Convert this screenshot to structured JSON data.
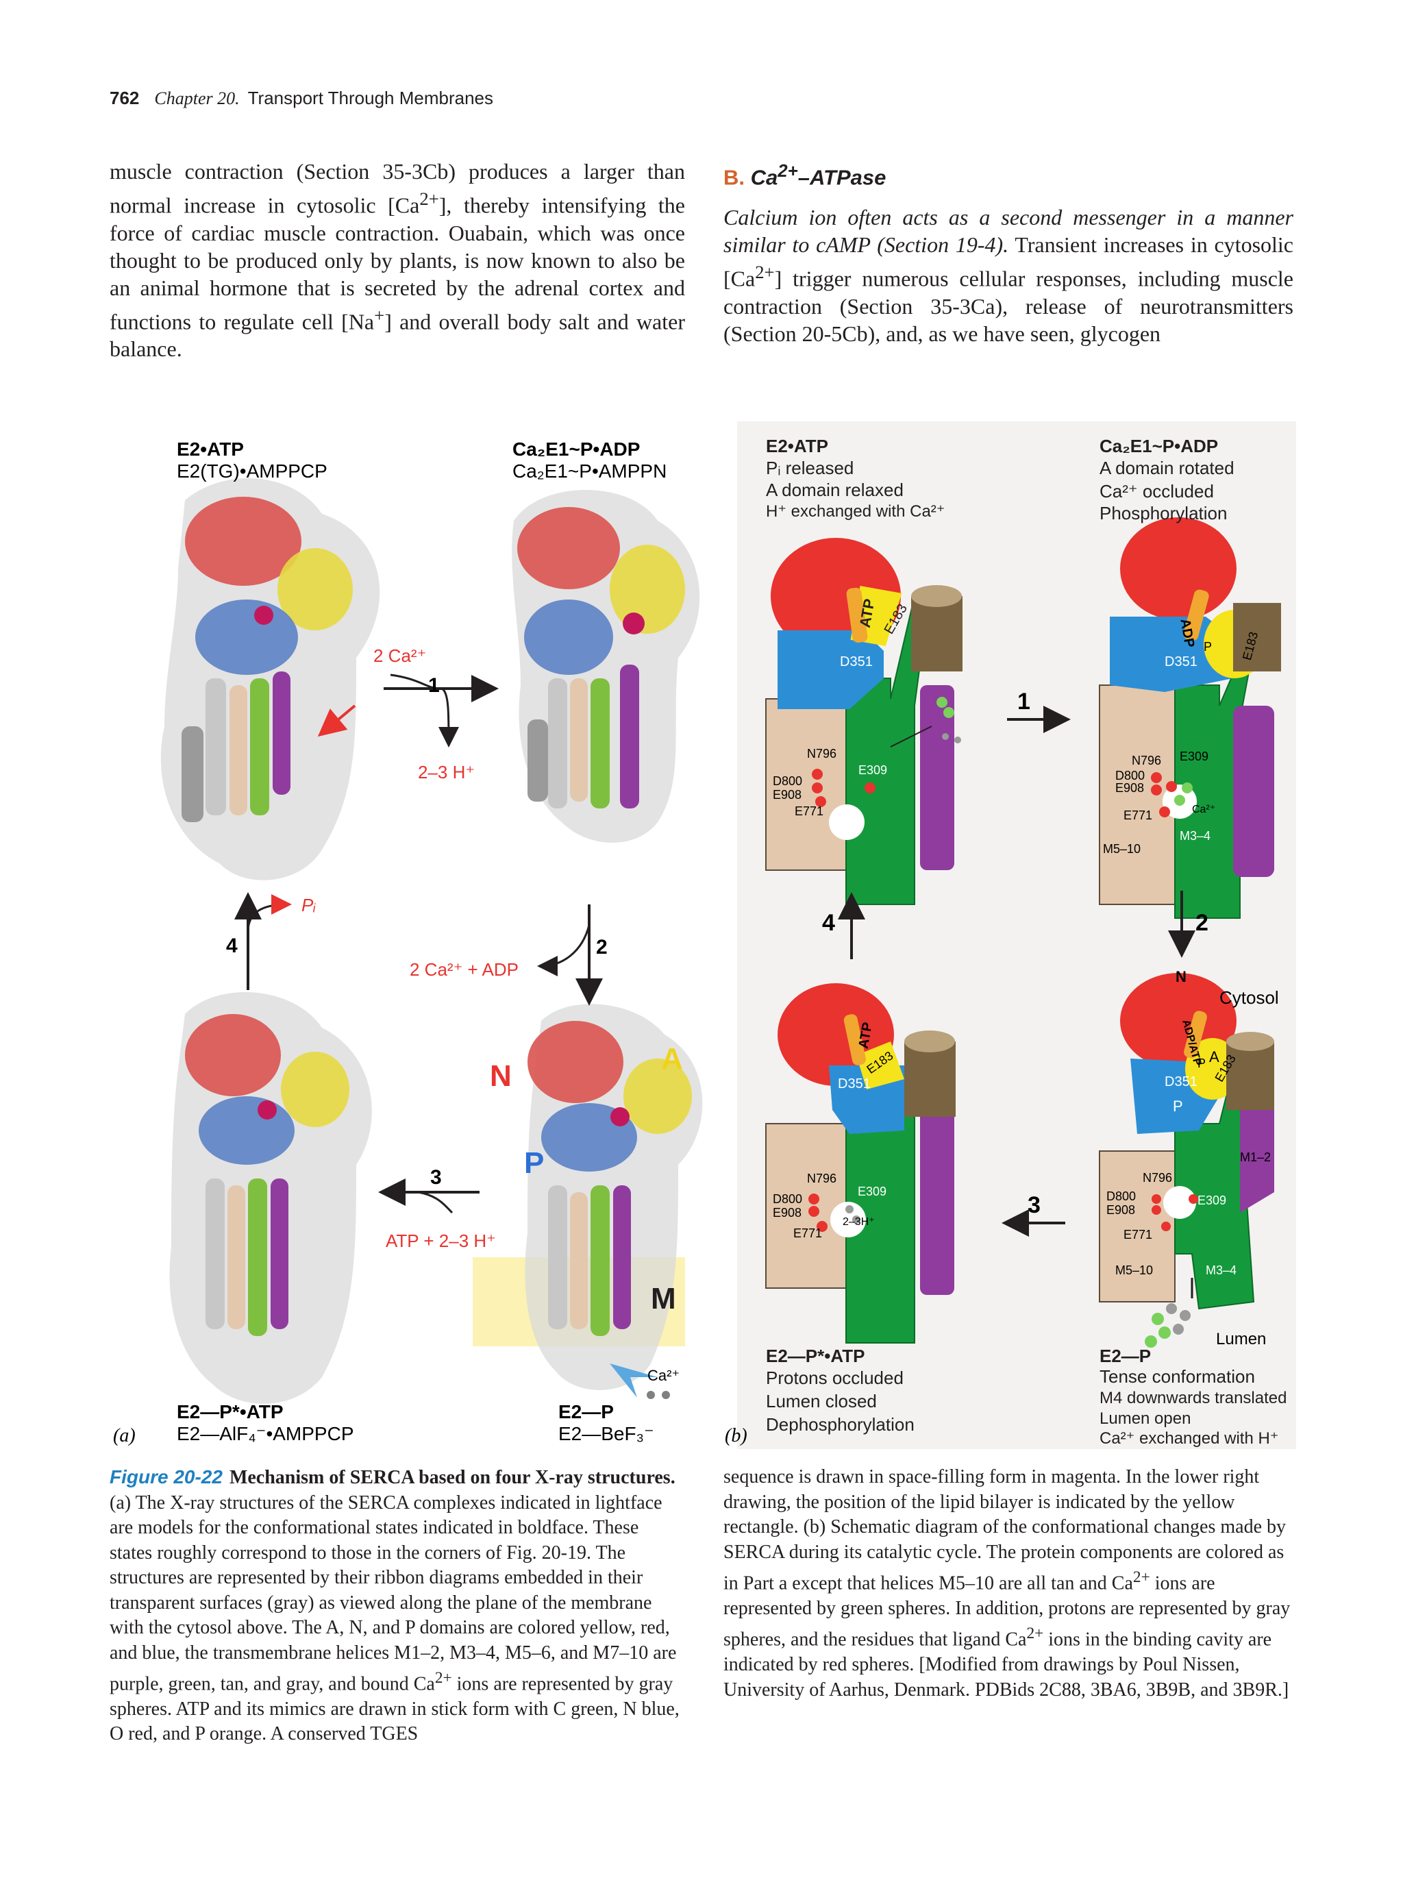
{
  "header": {
    "page_number": "762",
    "chapter": "Chapter 20.",
    "title": "Transport Through Membranes"
  },
  "left_column": {
    "p1": "muscle contraction (Section 35-3Cb) produces a larger than normal increase in cytosolic [Ca",
    "p1_sup": "2+",
    "p2": "], thereby intensifying the force of cardiac muscle contraction. Ouabain, which was once thought to be produced only by plants, is now known to also be an animal hormone that is secreted by the adrenal cortex and functions to regulate cell [Na",
    "p2_sup": "+",
    "p3": "] and overall body salt and water balance."
  },
  "right_column": {
    "section_letter": "B.",
    "section_title_a": "Ca",
    "section_title_sup": "2+",
    "section_title_b": "–ATPase",
    "italic_lead": "Calcium ion often acts as a second messenger in a manner similar to cAMP (Section 19-4).",
    "t1": " Transient increases in cytosolic [Ca",
    "t1_sup": "2+",
    "t2": "] trigger numerous cellular responses, including muscle contraction (Section 35-3Ca), release of neurotransmitters (Section 20-5Cb), and, as we have seen, glycogen"
  },
  "figure": {
    "panel_a": {
      "tag": "(a)",
      "tl_bold": "E2•ATP",
      "tl_sub": "E2(TG)•AMPPCP",
      "tr_bold": "Ca₂E1~P•ADP",
      "tr_sub": "Ca₂E1~P•AMPPN",
      "bl_bold": "E2—P*•ATP",
      "bl_sub": "E2—AlF₄⁻•AMPPCP",
      "br_bold": "E2—P",
      "br_sub": "E2—BeF₃⁻",
      "step1": "1",
      "step1_in": "2 Ca²⁺",
      "step1_out": "2–3 H⁺",
      "step2": "2",
      "step2_out": "2 Ca²⁺ + ADP",
      "step3": "3",
      "step3_in": "ATP + 2–3 H⁺",
      "step4": "4",
      "step4_out": "Pᵢ",
      "domain_n": "N",
      "domain_a": "A",
      "domain_p": "P",
      "domain_m": "M",
      "ca_release": "Ca²⁺"
    },
    "panel_b": {
      "tag": "(b)",
      "tl_title": "E2•ATP",
      "tl_l1": "Pᵢ released",
      "tl_l2": "A domain relaxed",
      "tl_l3": "H⁺ exchanged with Ca²⁺",
      "tr_title": "Ca₂E1~P•ADP",
      "tr_l1": "A domain rotated",
      "tr_l2": "Ca²⁺ occluded",
      "tr_l3": "Phosphorylation",
      "bl_title": "E2—P*•ATP",
      "bl_l1": "Protons occluded",
      "bl_l2": "Lumen closed",
      "bl_l3": "Dephosphorylation",
      "br_title": "E2—P",
      "br_l1": "Tense conformation",
      "br_l2": "M4 downwards translated",
      "br_l3": "Lumen open",
      "br_l4": "Ca²⁺ exchanged with H⁺",
      "step1": "1",
      "step2": "2",
      "step3": "3",
      "step4": "4",
      "res_atp": "ATP",
      "res_adp": "ADP",
      "res_adp_atp": "ADP/ATP",
      "res_e183": "E183",
      "res_d351": "D351",
      "res_n796": "N796",
      "res_e309": "E309",
      "res_d800": "D800",
      "res_e908": "E908",
      "res_e771": "E771",
      "res_m5_10": "M5–10",
      "res_m3_4": "M3–4",
      "res_m1_2": "M1–2",
      "lbl_ca": "Ca²⁺",
      "lbl_23h": "2–3H⁺",
      "lbl_p": "P",
      "lbl_n": "N",
      "lbl_a": "A",
      "lbl_cytosol": "Cytosol",
      "lbl_lumen": "Lumen"
    }
  },
  "caption_left": {
    "fig_label": "Figure 20-22",
    "bold_title": "Mechanism of SERCA based on four X-ray structures.",
    "body1": " (a) The X-ray structures of the SERCA complexes indicated in lightface are models for the conformational states indicated in boldface. These states roughly correspond to those in the corners of Fig. 20-19. The structures are represented by their ribbon diagrams embedded in their transparent surfaces (gray) as viewed along the plane of the membrane with the cytosol above. The A, N, and P domains are colored yellow, red, and blue, the transmembrane helices M1–2, M3–4, M5–6, and M7–10 are purple, green, tan, and gray, and bound Ca",
    "body1_sup": "2+",
    "body2": " ions are represented by gray spheres. ATP and its mimics are drawn in stick form with C green, N blue, O red, and P orange. A conserved TGES"
  },
  "caption_right": {
    "body1": "sequence is drawn in space-filling form in magenta. In the lower right drawing, the position of the lipid bilayer is indicated by the yellow rectangle. (b) Schematic diagram of the conformational changes made by SERCA during its catalytic cycle. The protein components are colored as in Part a except that helices M5–10 are all tan and Ca",
    "body1_sup": "2+",
    "body2": " ions are represented by green spheres. In addition, protons are represented by gray spheres, and the residues that ligand Ca",
    "body2_sup": "2+",
    "body3": " ions in the binding cavity are indicated by red spheres. [Modified from drawings by Poul Nissen, University of Aarhus, Denmark. PDBids 2C88, 3BA6, 3B9B, and 3B9R.]"
  },
  "colors": {
    "red_domain": "#e8332f",
    "blue_domain": "#2c8fd6",
    "yellow_domain": "#f5e31b",
    "green_helix": "#149a3c",
    "purple_helix": "#8f3c9e",
    "tan_helix": "#e3c8ad",
    "brown_cylinder": "#7a6340",
    "accent_red": "#e8332f",
    "caption_blue": "#2080c0",
    "section_orange": "#d4622a",
    "bilayer_yellow": "#fbf2b4"
  }
}
